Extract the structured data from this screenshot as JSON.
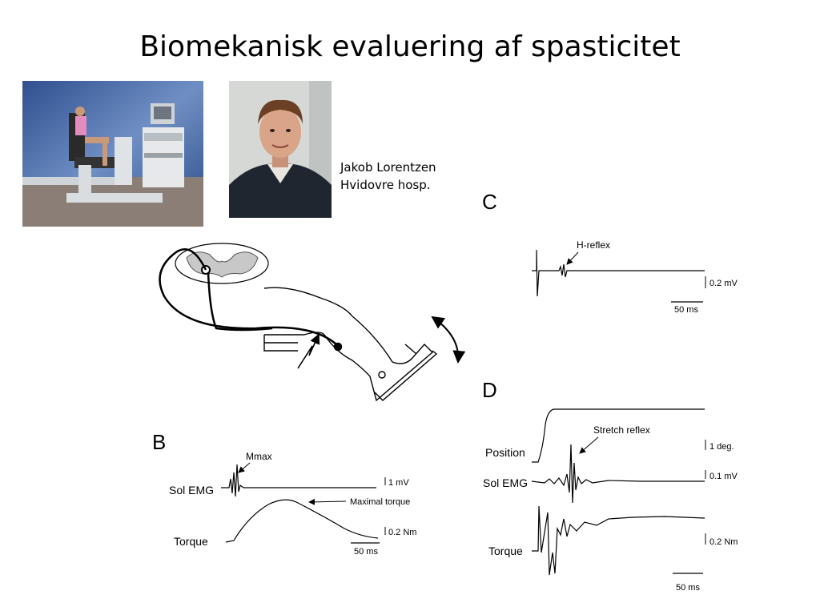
{
  "slide": {
    "title": "Biomekanisk evaluering af spasticitet"
  },
  "photos": {
    "device_photo": "dynamometer-device-photo",
    "portrait_photo": "portrait-photo"
  },
  "caption": {
    "name": "Jakob Lorentzen",
    "affiliation": "Hvidovre hosp."
  },
  "panel_b": {
    "letter": "B",
    "mmax_label": "Mmax",
    "emg_label": "Sol EMG",
    "emg_scale": "1 mV",
    "max_torque_label": "Maximal torque",
    "torque_label": "Torque",
    "torque_scale": "0.2 Nm",
    "time_scale": "50 ms"
  },
  "panel_c": {
    "letter": "C",
    "hreflex_label": "H-reflex",
    "voltage_scale": "0.2 mV",
    "time_scale": "50 ms"
  },
  "panel_d": {
    "letter": "D",
    "stretch_label": "Stretch reflex",
    "position_label": "Position",
    "position_scale": "1 deg.",
    "emg_label": "Sol EMG",
    "emg_scale": "0.1 mV",
    "torque_label": "Torque",
    "torque_scale": "0.2 Nm",
    "time_scale": "50 ms"
  }
}
